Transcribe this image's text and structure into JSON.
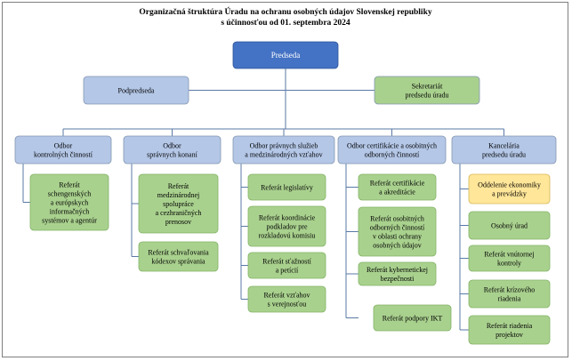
{
  "title": [
    "Organizačná štruktúra Úradu na ochranu osobných údajov Slovenskej republiky",
    "s účinnosťou od 01. septembra 2024"
  ],
  "colors": {
    "top": "#4472c4",
    "level1": "#b4c7e7",
    "dept": "#b4c7e7",
    "unit": "#a9d18e",
    "highlight": "#ffe699",
    "connector": "#5a79a6"
  },
  "top": {
    "lines": [
      "Predseda"
    ]
  },
  "deputy": {
    "lines": [
      "Podpredseda"
    ]
  },
  "secretariat": {
    "lines": [
      "Sekretariát",
      "predsedu úradu"
    ]
  },
  "departments": [
    {
      "lines": [
        "Odbor",
        "kontrolných činností"
      ],
      "units": [
        {
          "lines": [
            "Referát",
            "schengenských",
            "a európskych",
            "informačných",
            "systémov a agentúr"
          ]
        }
      ]
    },
    {
      "lines": [
        "Odbor",
        "správnych konaní"
      ],
      "units": [
        {
          "lines": [
            "Referát",
            "medzinárodnej",
            "spolupráce",
            "a cezhraničných",
            "prenosov"
          ]
        },
        {
          "lines": [
            "Referát schvaľovania",
            "kódexov správania"
          ]
        }
      ]
    },
    {
      "lines": [
        "Odbor právnych služieb",
        "a medzinárodných vzťahov"
      ],
      "units": [
        {
          "lines": [
            "Referát legislatívy"
          ]
        },
        {
          "lines": [
            "Referát koordinácie",
            "podkladov pre",
            "rozkladovú komisiu"
          ]
        },
        {
          "lines": [
            "Referát sťažností",
            "a petícií"
          ]
        },
        {
          "lines": [
            "Referát vzťahov",
            "s verejnosťou"
          ]
        }
      ]
    },
    {
      "lines": [
        "Odbor certifikácie a osobitných",
        "odborných činností"
      ],
      "units": [
        {
          "lines": [
            "Referát certifikácie",
            "a akreditácie"
          ]
        },
        {
          "lines": [
            "Referát osobitných",
            "odborných činností",
            "v oblasti ochrany",
            "osobných údajov"
          ]
        },
        {
          "lines": [
            "Referát kybernetickej",
            "bezpečnosti"
          ]
        },
        {
          "lines": [
            "Referát podpory IKT"
          ]
        }
      ]
    },
    {
      "lines": [
        "Kancelária",
        "predsedu úradu"
      ],
      "units": [
        {
          "lines": [
            "Oddelenie ekonomiky",
            "a prevádzky"
          ],
          "highlight": true
        },
        {
          "lines": [
            "Osobný úrad"
          ]
        },
        {
          "lines": [
            "Referát vnútornej",
            "kontroly"
          ]
        },
        {
          "lines": [
            "Referát krízového",
            "riadenia"
          ]
        },
        {
          "lines": [
            "Referát riadenia",
            "projektov"
          ]
        }
      ]
    }
  ]
}
